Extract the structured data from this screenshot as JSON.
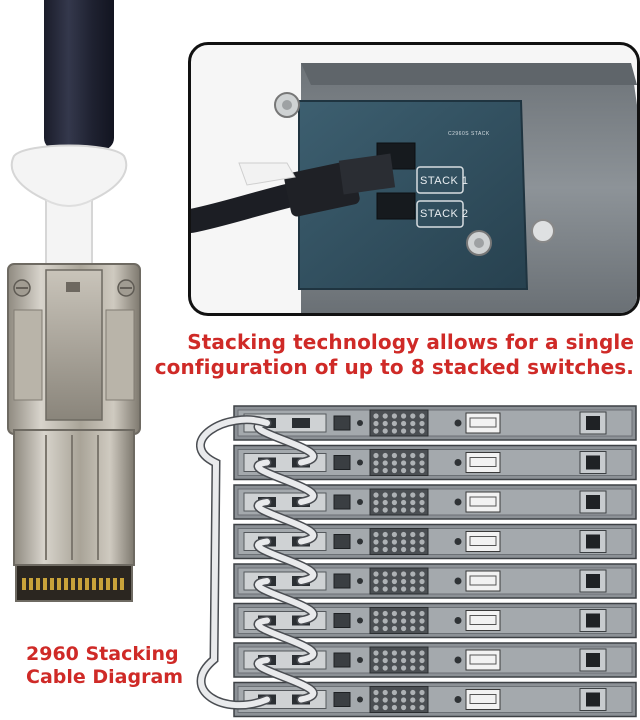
{
  "photo_labels": {
    "model": "C2960S STACK",
    "port_1": "STACK 1",
    "port_2": "STACK 2"
  },
  "caption": {
    "line_1": "Stacking technology allows for a single",
    "line_2": "configuration of up to 8 stacked switches."
  },
  "diagram_title": {
    "line_1": "2960 Stacking",
    "line_2": "Cable Diagram"
  },
  "stack": {
    "switch_count": 8
  },
  "colors": {
    "caption_red": "#cf2a27",
    "chassis_gray": "#8c9196",
    "cable_navy": "#1e2130",
    "connector_metal": "#b7b3aa"
  }
}
